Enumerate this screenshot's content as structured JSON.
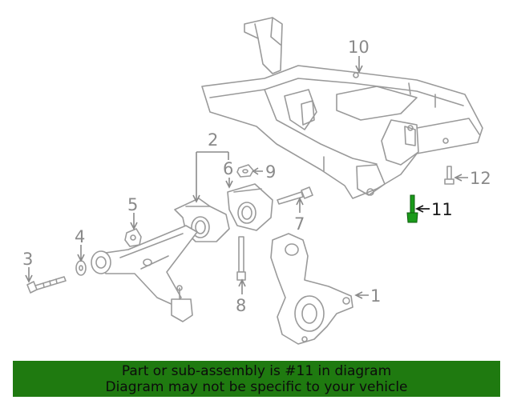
{
  "diagram": {
    "callouts": {
      "c1": "1",
      "c2": "2",
      "c3": "3",
      "c4": "4",
      "c5": "5",
      "c6": "6",
      "c7": "7",
      "c8": "8",
      "c9": "9",
      "c10": "10",
      "c11": "11",
      "c12": "12"
    },
    "highlight_color": "#1a9a1a"
  },
  "banner": {
    "line1": "Part or sub-assembly is #11 in diagram",
    "line2": "Diagram may not be specific to your vehicle",
    "background": "#1f7a10"
  }
}
